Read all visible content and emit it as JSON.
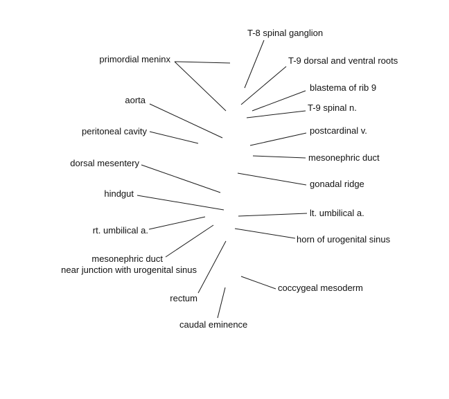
{
  "labels": [
    {
      "id": "t8-spinal-ganglion",
      "text": "T-8 spinal ganglion"
    },
    {
      "id": "primordial-meninx",
      "text": "primordial meninx"
    },
    {
      "id": "t9-dorsal-ventral-roots",
      "text": "T-9 dorsal and ventral roots"
    },
    {
      "id": "blastema-rib-9",
      "text": "blastema of rib 9"
    },
    {
      "id": "aorta",
      "text": "aorta"
    },
    {
      "id": "t9-spinal-n",
      "text": "T-9 spinal n."
    },
    {
      "id": "peritoneal-cavity",
      "text": "peritoneal cavity"
    },
    {
      "id": "postcardinal-v",
      "text": "postcardinal v."
    },
    {
      "id": "mesonephric-duct",
      "text": "mesonephric duct"
    },
    {
      "id": "dorsal-mesentery",
      "text": "dorsal mesentery"
    },
    {
      "id": "gonadal-ridge",
      "text": "gonadal ridge"
    },
    {
      "id": "hindgut",
      "text": "hindgut"
    },
    {
      "id": "lt-umbilical-a",
      "text": "lt. umbilical a."
    },
    {
      "id": "rt-umbilical-a",
      "text": "rt. umbilical a."
    },
    {
      "id": "horn-urogenital-sinus",
      "text": "horn of urogenital sinus"
    },
    {
      "id": "mesonephric-duct-junction-1",
      "text": "mesonephric duct"
    },
    {
      "id": "mesonephric-duct-junction-2",
      "text": "near junction with urogenital sinus"
    },
    {
      "id": "coccygeal-mesoderm",
      "text": "coccygeal mesoderm"
    },
    {
      "id": "rectum",
      "text": "rectum"
    },
    {
      "id": "caudal-eminence",
      "text": "caudal eminence"
    }
  ]
}
